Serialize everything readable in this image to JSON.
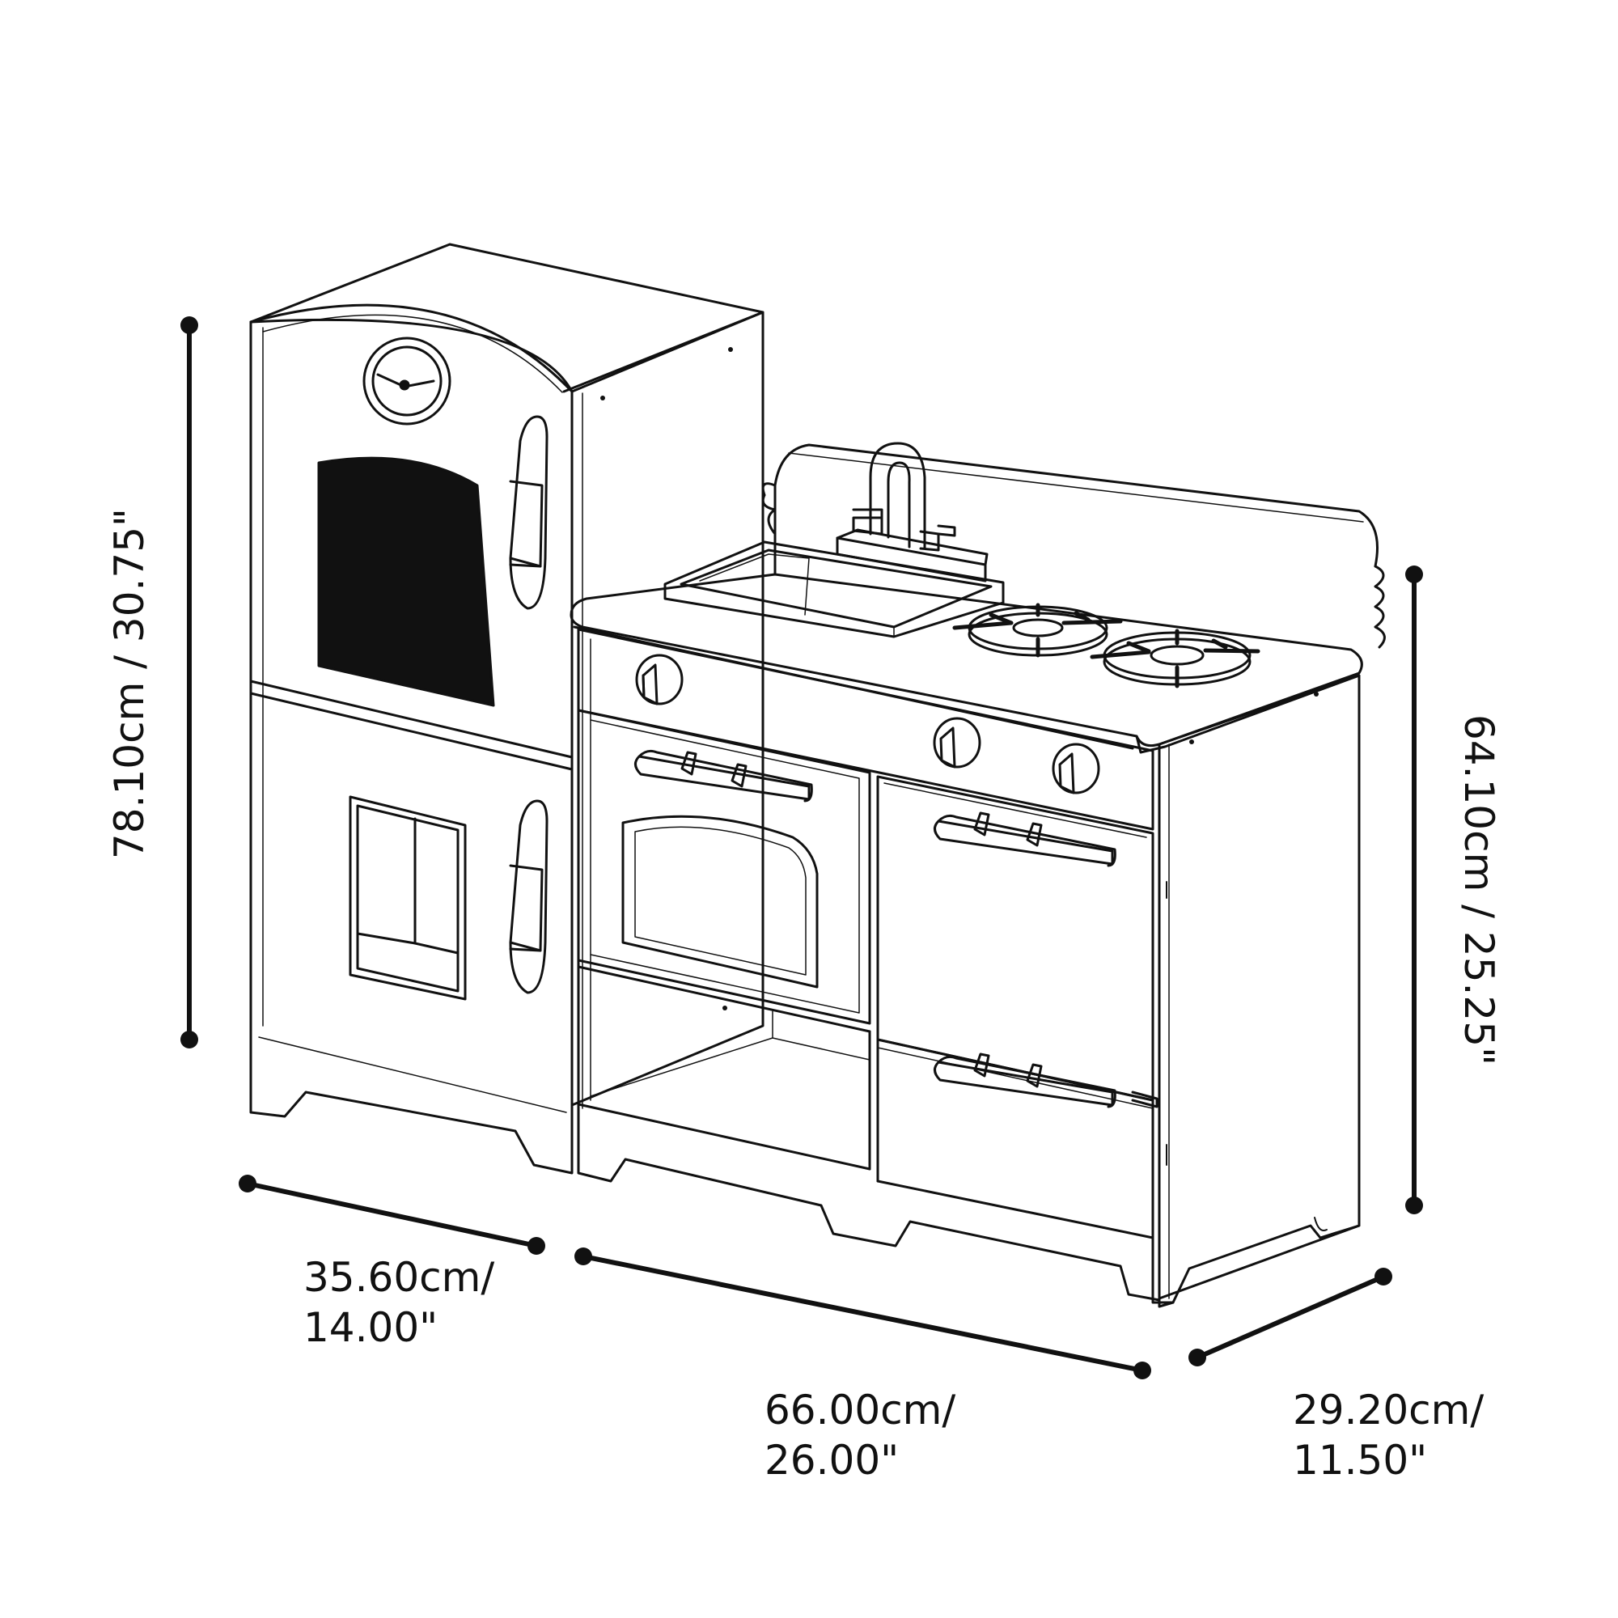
{
  "diagram": {
    "ink_color": "#111111",
    "background": "#ffffff"
  },
  "dimensions": {
    "fridge_height": "78.10cm / 30.75\"",
    "kitchen_height": "64.10cm / 25.25\"",
    "fridge_depth": {
      "line1": "35.60cm/",
      "line2": "14.00\""
    },
    "kitchen_width": {
      "line1": "66.00cm/",
      "line2": "26.00\""
    },
    "kitchen_depth": {
      "line1": "29.20cm/",
      "line2": "11.50\""
    }
  }
}
